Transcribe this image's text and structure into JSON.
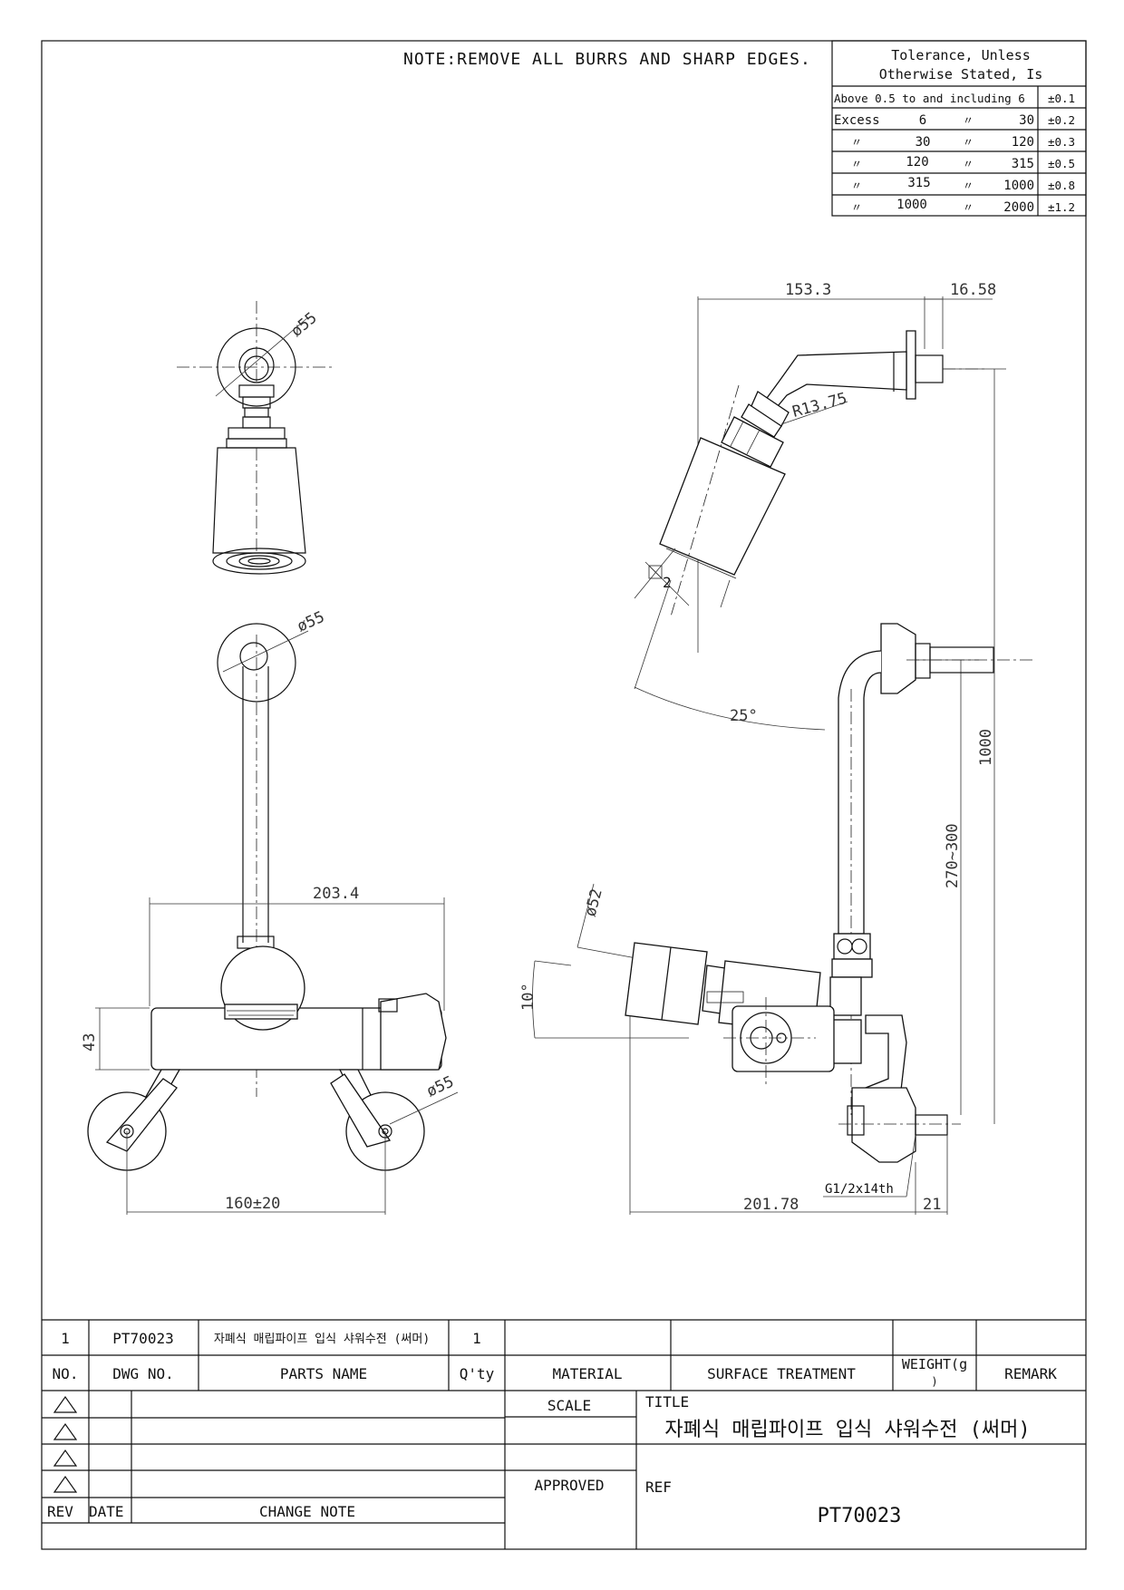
{
  "note": "NOTE:REMOVE ALL BURRS AND SHARP EDGES.",
  "tolerance": {
    "header_line1": "Tolerance, Unless",
    "header_line2": "Otherwise Stated, Is",
    "rows": [
      {
        "c1": "Above 0.5 to and including 6",
        "c2": "",
        "c3": "",
        "c4": "",
        "tol": "±0.1"
      },
      {
        "c1": "Excess",
        "c2": "6",
        "c3": "〃",
        "c4": "30",
        "tol": "±0.2"
      },
      {
        "c1": "〃",
        "c2": "30",
        "c3": "〃",
        "c4": "120",
        "tol": "±0.3"
      },
      {
        "c1": "〃",
        "c2": "120",
        "c3": "〃",
        "c4": "315",
        "tol": "±0.5"
      },
      {
        "c1": "〃",
        "c2": "315",
        "c3": "〃",
        "c4": "1000",
        "tol": "±0.8"
      },
      {
        "c1": "〃",
        "c2": "1000",
        "c3": "〃",
        "c4": "2000",
        "tol": "±1.2"
      }
    ]
  },
  "dims": {
    "d_top_left": "ø55",
    "d_mid_left": "ø55",
    "d_wheel": "ø55",
    "width_203": "203.4",
    "height_43": "43",
    "width_160": "160±20",
    "w_153": "153.3",
    "w_16": "16.58",
    "radius": "R13.75",
    "head_dim": "2",
    "angle25": "25°",
    "h1000": "1000",
    "h270": "270~300",
    "d52": "ø52",
    "angle10": "10°",
    "w_201": "201.78",
    "thread": "G1/2x14th",
    "w_21": "21"
  },
  "title_block": {
    "row_no": "1",
    "row_dwg": "PT70023",
    "row_name": "자폐식 매립파이프 입식 샤워수전 (써머)",
    "row_qty": "1",
    "h_no": "NO.",
    "h_dwg": "DWG NO.",
    "h_name": "PARTS NAME",
    "h_qty": "Q'ty",
    "h_material": "MATERIAL",
    "h_surface": "SURFACE TREATMENT",
    "h_weight_1": "WEIGHT(g",
    "h_weight_2": ")",
    "h_remark": "REMARK",
    "scale": "SCALE",
    "approved": "APPROVED",
    "title_label": "TITLE",
    "title_value": "자폐식 매립파이프 입식 샤워수전 (써머)",
    "ref_label": "REF",
    "ref_value": "PT70023",
    "rev": "REV",
    "date": "DATE",
    "change_note": "CHANGE NOTE"
  }
}
